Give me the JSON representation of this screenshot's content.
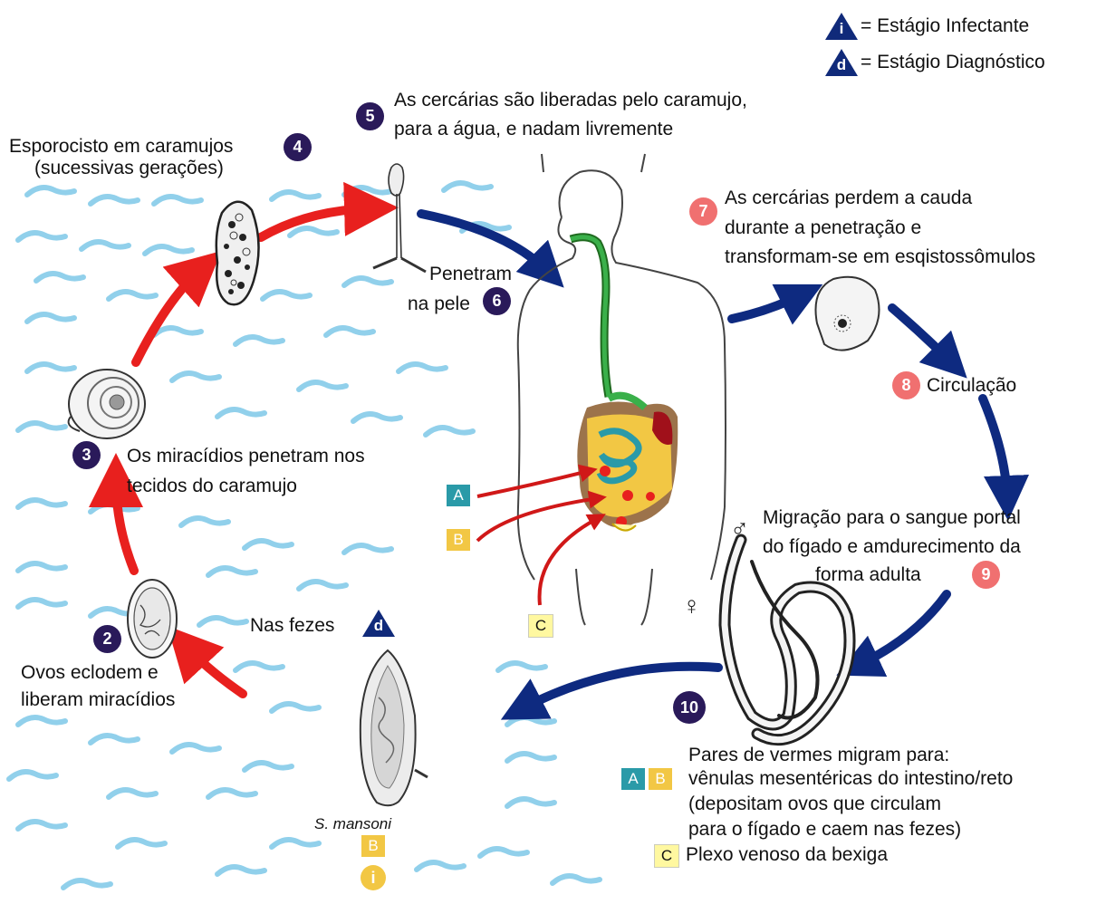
{
  "legend": {
    "infective_symbol": "i",
    "infective_label": "= Estágio Infectante",
    "diagnostic_symbol": "d",
    "diagnostic_label": "= Estágio Diagnóstico"
  },
  "steps": {
    "s2": {
      "num": "2",
      "line1": "Ovos eclodem e",
      "line2": "liberam miracídios"
    },
    "s3": {
      "num": "3",
      "line1": "Os miracídios penetram nos",
      "line2": "tecidos do caramujo"
    },
    "s4": {
      "num": "4",
      "line1": "Esporocisto em caramujos",
      "line2": "(sucessivas gerações)"
    },
    "s5": {
      "num": "5",
      "line1": "As cercárias são liberadas pelo caramujo,",
      "line2": "para a água, e nadam livremente"
    },
    "s6": {
      "num": "6",
      "line1": "Penetram",
      "line2": "na pele"
    },
    "s7": {
      "num": "7",
      "line1": "As cercárias perdem a cauda",
      "line2": "durante a penetração e",
      "line3": "transformam-se em esqistossômulos"
    },
    "s8": {
      "num": "8",
      "label": "Circulação"
    },
    "s9": {
      "num": "9",
      "line1": "Migração para o sangue portal",
      "line2": "do fígado e amdurecimento da",
      "line3": "forma adulta"
    },
    "s10": {
      "num": "10",
      "line1": "Pares de vermes migram para:",
      "line2": "vênulas mesentéricas do intestino/reto",
      "line3": "(depositam ovos que circulam",
      "line4": "para o fígado e caem nas fezes)",
      "line5": "Plexo venoso da bexiga"
    }
  },
  "feces": {
    "label": "Nas fezes",
    "symbol": "d"
  },
  "egg": {
    "species": "S. mansoni",
    "code": "B",
    "symbol": "i"
  },
  "body_codes": {
    "a": "A",
    "b": "B",
    "c": "C"
  },
  "sex": {
    "male": "♂",
    "female": "♀"
  },
  "colors": {
    "dark_badge": "#2a1a5a",
    "pink_badge": "#f07070",
    "red_arrow": "#e8201e",
    "blue_arrow": "#0e2a80",
    "water": "#7ec8e8",
    "teal": "#2a9aa8",
    "yellow": "#f2c744"
  }
}
